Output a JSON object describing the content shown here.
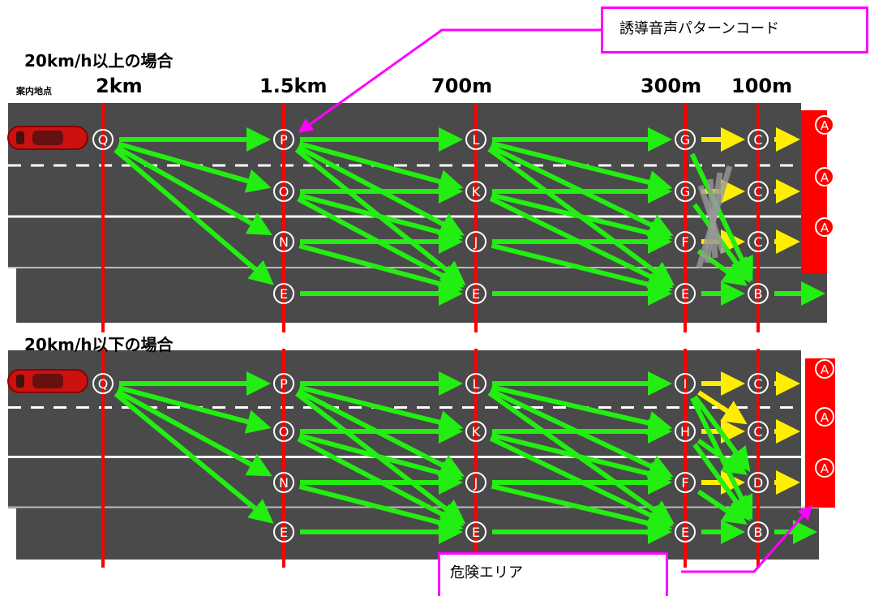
{
  "callouts": {
    "pattern_code": "誘導音声パターンコード",
    "danger_area": "危険エリア"
  },
  "panels": [
    {
      "title": "20km/h以上の場合",
      "sub_label": "案内地点",
      "distances": [
        "2km",
        "1.5km",
        "700m",
        "300m",
        "100m"
      ],
      "nodes": [
        [
          "Q",
          "",
          "",
          ""
        ],
        [
          "P",
          "O",
          "N",
          "E"
        ],
        [
          "L",
          "K",
          "J",
          "E"
        ],
        [
          "G",
          "G",
          "F",
          "E"
        ],
        [
          "C",
          "C",
          "C",
          "B"
        ],
        [
          "A",
          "A",
          "A",
          ""
        ]
      ]
    },
    {
      "title": "20km/h以下の場合",
      "sub_label": "",
      "distances": [
        "",
        "",
        "",
        "",
        ""
      ],
      "nodes": [
        [
          "Q",
          "",
          "",
          ""
        ],
        [
          "P",
          "O",
          "N",
          "E"
        ],
        [
          "L",
          "K",
          "J",
          "E"
        ],
        [
          "I",
          "H",
          "F",
          "E"
        ],
        [
          "C",
          "C",
          "D",
          "B"
        ],
        [
          "A",
          "A",
          "A",
          ""
        ]
      ]
    }
  ],
  "colors": {
    "road": "#4a4a4a",
    "marker_line": "#ff0000",
    "arrow_green": "#22ee11",
    "arrow_yellow": "#ffee00",
    "danger": "#ff0000",
    "callout": "#ff00ff"
  }
}
